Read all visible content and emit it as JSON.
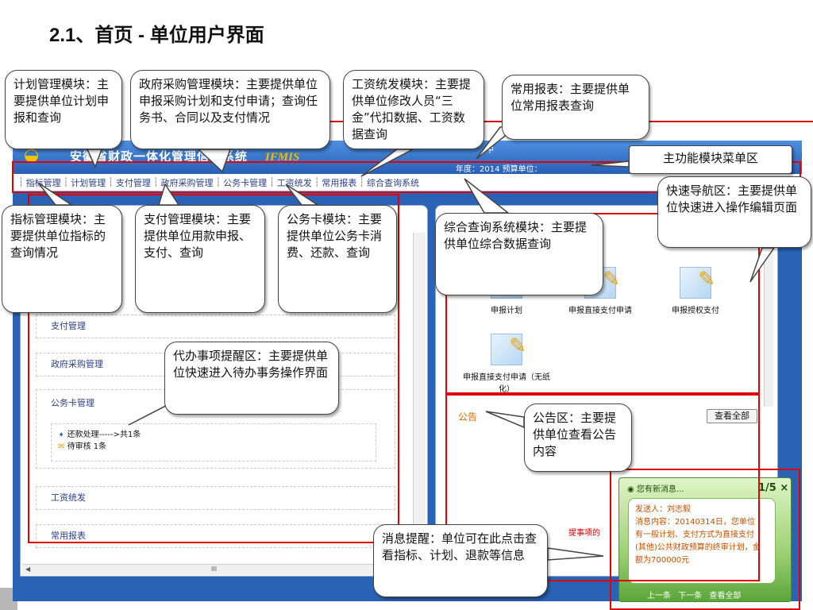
{
  "slide": {
    "title": "2.1、首页 - 单位用户界面"
  },
  "app": {
    "title": "安徽省财政一体化管理信息系统",
    "brand": "IFMIS",
    "year_label": "年度：2014  预算单位：",
    "top_text": "中",
    "menu": [
      "指标管理",
      "计划管理",
      "支付管理",
      "政府采购管理",
      "公务卡管理",
      "工资统发",
      "常用报表",
      "综合查询系统"
    ]
  },
  "left_panel": {
    "rows": [
      "支付管理",
      "政府采购管理",
      "公务卡管理",
      "工资统发",
      "常用报表"
    ],
    "todo": {
      "item1": "还款处理----->共1条",
      "item2": "待审核 1条"
    },
    "hscroll_label": "III"
  },
  "right_panel": {
    "tiles": [
      "申报计划",
      "申报直接支付申请",
      "申报授权支付",
      "申报直接支付申请（无纸化）"
    ],
    "notice_title": "公告",
    "notice_button": "查看全部",
    "notice_item": "提事项的"
  },
  "popup": {
    "header": "您有新消息...",
    "count": "1/5 ×",
    "sender": "发送人：刘志毅",
    "content": "消息内容：20140314日，您单位有一般计划、支付方式为直接支付(其他)公共财政预算的终审计划，金额为700000元",
    "nav_prev": "上一条",
    "nav_next": "下一条",
    "nav_all": "查看全部"
  },
  "callouts": {
    "plan": "计划管理模块：主要提供单位计划申报和查询",
    "procurement": "政府采购管理模块：主要提供单位申报采购计划和支付申请；查询任务书、合同以及支付情况",
    "salary": "工资统发模块：主要提供单位修改人员“三金”代扣数据、工资数据查询",
    "reports": "常用报表：主要提供单位常用报表查询",
    "main_menu": "主功能模块菜单区",
    "quick_nav": "快速导航区：主要提供单位快速进入操作编辑页面",
    "indicator": "指标管理模块：主要提供单位指标的查询情况",
    "payment": "支付管理模块：主要提供单位用款申报、支付、查询",
    "card": "公务卡模块：主要提供单位公务卡消费、还款、查询",
    "query": "综合查询系统模块：主要提供单位综合数据查询",
    "todo": "代办事项提醒区：主要提供单位快速进入待办事务操作界面",
    "notice": "公告区：主要提供单位查看公告内容",
    "message": "消息提醒：单位可在此点击查看指标、计划、退款等信息"
  }
}
